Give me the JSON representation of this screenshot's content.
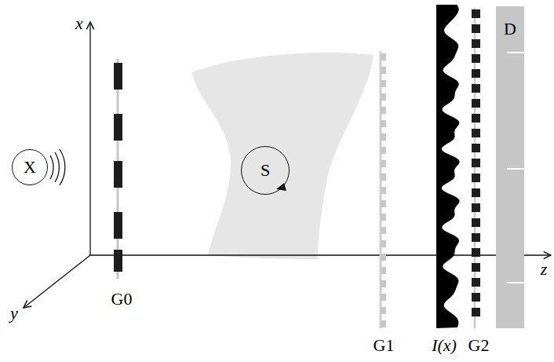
{
  "diagram": {
    "nodes": [
      {
        "text": [
          "X"
        ]
      },
      {
        "text": [
          "S"
        ]
      },
      {
        "text": [
          "D"
        ]
      }
    ],
    "labels": [
      "x",
      "y",
      "z",
      "G0",
      "G1",
      "I(x)",
      "G2"
    ]
  }
}
